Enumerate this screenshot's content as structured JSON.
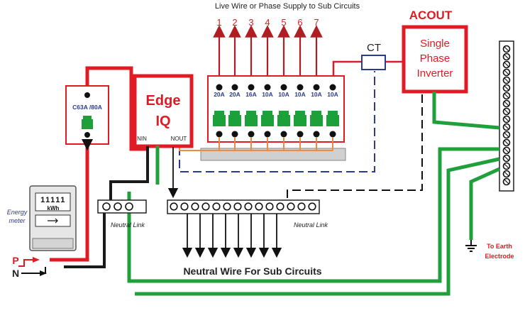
{
  "header": "Live Wire or Phase Supply to Sub Circuits",
  "circuits": [
    "1",
    "2",
    "3",
    "4",
    "5",
    "6",
    "7"
  ],
  "breakers": [
    "20A",
    "20A",
    "16A",
    "10A",
    "10A",
    "10A",
    "10A",
    "10A"
  ],
  "main_breaker": "C63A /80A",
  "edge": {
    "line1": "Edge",
    "line2": "IQ",
    "nin": "NIN",
    "nout": "NOUT"
  },
  "ct": "CT",
  "inverter": {
    "title": "ACOUT",
    "line1": "Single",
    "line2": "Phase",
    "line3": "Inverter"
  },
  "meter": {
    "label_line1": "Energy",
    "label_line2": "meter",
    "digits": "11111",
    "unit": "kWh"
  },
  "neutral_link_left": "Neutral Link",
  "neutral_link_right": "Neutral Link",
  "neutral_caption": "Neutral Wire For Sub Circuits",
  "earth": {
    "line1": "To Earth",
    "line2": "Electrode"
  },
  "inputs": {
    "p": "P",
    "n": "N"
  },
  "colors": {
    "live": "#e01b24",
    "neutral": "#1a1a1a",
    "earth": "#1fa03a",
    "blue": "#2b3a8f",
    "breaker": "#1ba03a",
    "orange": "#f08a3c",
    "grey": "#c9c9c9"
  }
}
